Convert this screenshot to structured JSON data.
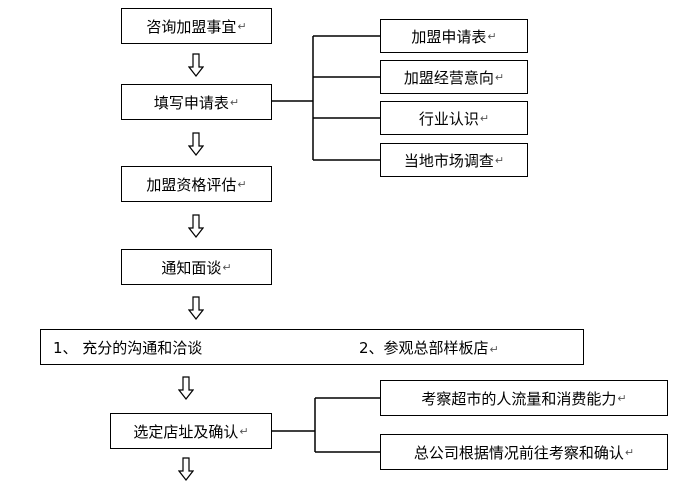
{
  "steps": {
    "consult": "咨询加盟事宜",
    "fill_form": "填写申请表",
    "evaluate": "加盟资格评估",
    "notify": "通知面谈",
    "negotiate": "1、 充分的沟通和洽谈",
    "visit_hq": "2、参观总部样板店",
    "select_site": "选定店址及确认"
  },
  "form_contents": [
    "加盟申请表",
    "加盟经营意向",
    "行业认识",
    "当地市场调查"
  ],
  "site_criteria": [
    "考察超市的人流量和消费能力",
    "总公司根据情况前往考察和确认"
  ],
  "paragraph_mark": "↵",
  "colors": {
    "border": "#000000",
    "background": "#ffffff"
  }
}
